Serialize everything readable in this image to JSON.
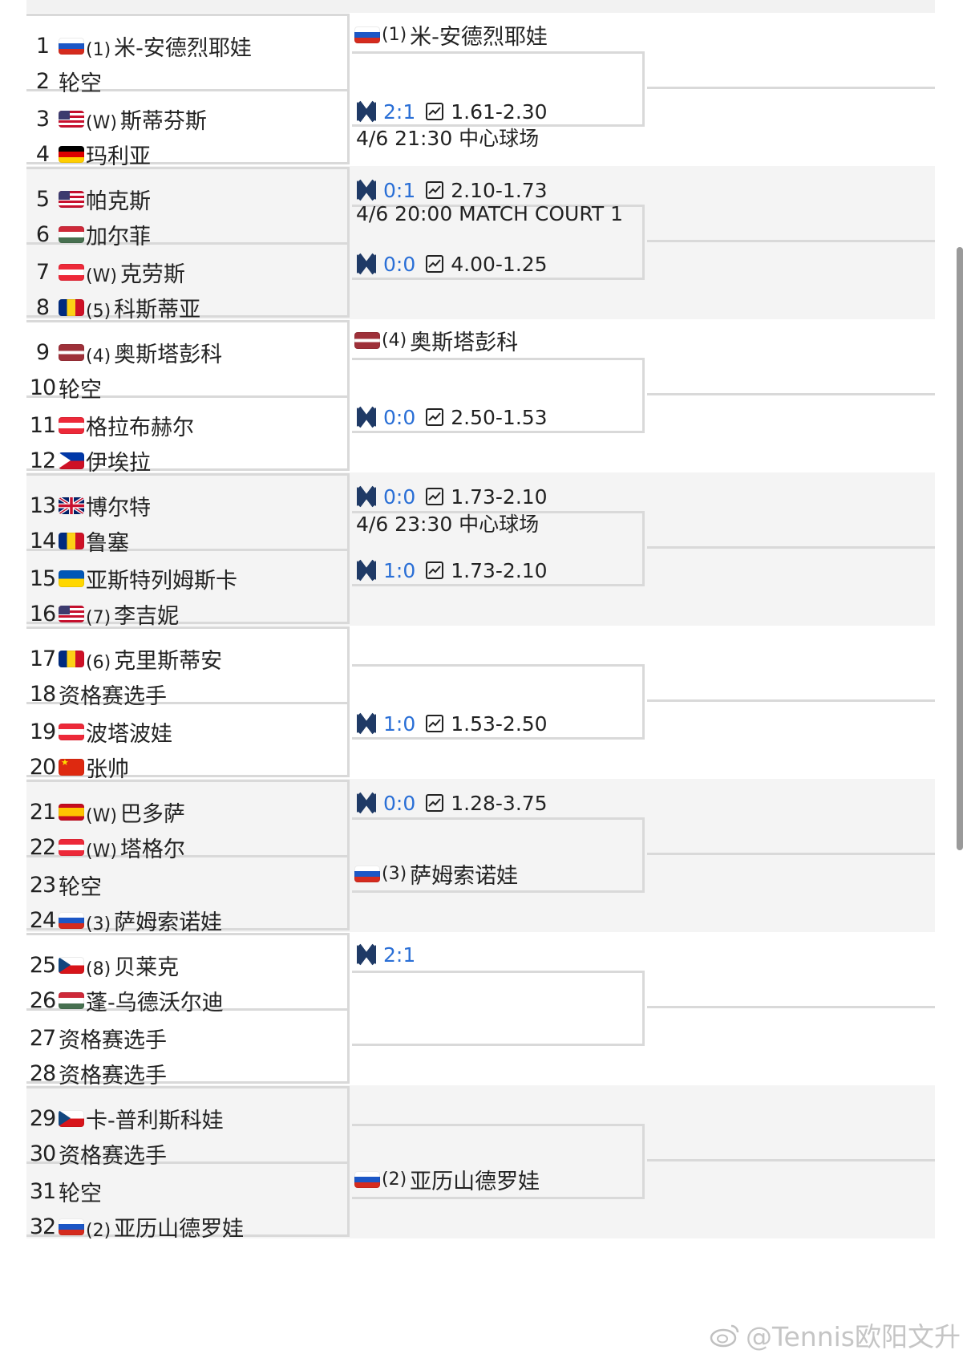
{
  "round1": [
    {
      "num": "1",
      "flag": "ru",
      "seed": "(1)",
      "name": "米-安德烈耶娃"
    },
    {
      "num": "2",
      "flag": "",
      "seed": "",
      "name": "轮空"
    },
    {
      "num": "3",
      "flag": "us",
      "seed": "(W)",
      "name": "斯蒂芬斯"
    },
    {
      "num": "4",
      "flag": "de",
      "seed": "",
      "name": "玛利亚"
    },
    {
      "num": "5",
      "flag": "us",
      "seed": "",
      "name": "帕克斯"
    },
    {
      "num": "6",
      "flag": "hu",
      "seed": "",
      "name": "加尔菲"
    },
    {
      "num": "7",
      "flag": "at",
      "seed": "(W)",
      "name": "克劳斯"
    },
    {
      "num": "8",
      "flag": "ro",
      "seed": "(5)",
      "name": "科斯蒂亚"
    },
    {
      "num": "9",
      "flag": "lv",
      "seed": "(4)",
      "name": "奥斯塔彭科"
    },
    {
      "num": "10",
      "flag": "",
      "seed": "",
      "name": "轮空"
    },
    {
      "num": "11",
      "flag": "at",
      "seed": "",
      "name": "格拉布赫尔"
    },
    {
      "num": "12",
      "flag": "ph",
      "seed": "",
      "name": "伊埃拉"
    },
    {
      "num": "13",
      "flag": "gb",
      "seed": "",
      "name": "博尔特"
    },
    {
      "num": "14",
      "flag": "ro",
      "seed": "",
      "name": "鲁塞"
    },
    {
      "num": "15",
      "flag": "ua",
      "seed": "",
      "name": "亚斯特列姆斯卡"
    },
    {
      "num": "16",
      "flag": "us",
      "seed": "(7)",
      "name": "李吉妮"
    },
    {
      "num": "17",
      "flag": "ro",
      "seed": "(6)",
      "name": "克里斯蒂安"
    },
    {
      "num": "18",
      "flag": "",
      "seed": "",
      "name": "资格赛选手"
    },
    {
      "num": "19",
      "flag": "at",
      "seed": "",
      "name": "波塔波娃"
    },
    {
      "num": "20",
      "flag": "cn",
      "seed": "",
      "name": "张帅"
    },
    {
      "num": "21",
      "flag": "es",
      "seed": "(W)",
      "name": "巴多萨"
    },
    {
      "num": "22",
      "flag": "at",
      "seed": "(W)",
      "name": "塔格尔"
    },
    {
      "num": "23",
      "flag": "",
      "seed": "",
      "name": "轮空"
    },
    {
      "num": "24",
      "flag": "ru",
      "seed": "(3)",
      "name": "萨姆索诺娃"
    },
    {
      "num": "25",
      "flag": "cz",
      "seed": "(8)",
      "name": "贝莱克"
    },
    {
      "num": "26",
      "flag": "hu",
      "seed": "",
      "name": "蓬-乌德沃尔迪"
    },
    {
      "num": "27",
      "flag": "",
      "seed": "",
      "name": "资格赛选手"
    },
    {
      "num": "28",
      "flag": "",
      "seed": "",
      "name": "资格赛选手"
    },
    {
      "num": "29",
      "flag": "cz",
      "seed": "",
      "name": "卡-普利斯科娃"
    },
    {
      "num": "30",
      "flag": "",
      "seed": "",
      "name": "资格赛选手"
    },
    {
      "num": "31",
      "flag": "",
      "seed": "",
      "name": "轮空"
    },
    {
      "num": "32",
      "flag": "ru",
      "seed": "(2)",
      "name": "亚历山德罗娃"
    }
  ],
  "round2_names": [
    {
      "flag": "ru",
      "seed": "(1)",
      "name": "米-安德烈耶娃"
    },
    {
      "flag": "lv",
      "seed": "(4)",
      "name": "奥斯塔彭科"
    },
    {
      "flag": "ru",
      "seed": "(3)",
      "name": "萨姆索诺娃"
    },
    {
      "flag": "ru",
      "seed": "(2)",
      "name": "亚历山德罗娃"
    }
  ],
  "matches": [
    {
      "score": "2:1",
      "odds": "1.61-2.30"
    },
    {
      "score": "0:1",
      "odds": "2.10-1.73"
    },
    {
      "score": "0:0",
      "odds": "4.00-1.25"
    },
    {
      "score": "0:0",
      "odds": "2.50-1.53"
    },
    {
      "score": "0:0",
      "odds": "1.73-2.10"
    },
    {
      "score": "1:0",
      "odds": "1.73-2.10"
    },
    {
      "score": "1:0",
      "odds": "1.53-2.50"
    },
    {
      "score": "0:0",
      "odds": "1.28-3.75"
    },
    {
      "score": "2:1",
      "odds": ""
    }
  ],
  "schedules": [
    "4/6 21:30 中心球场",
    "4/6 20:00 MATCH COURT 1",
    "4/6 23:30 中心球场"
  ],
  "icons": {
    "match_logo": "crossed-rackets-icon",
    "odds_chart": "line-chart-icon"
  },
  "colors": {
    "score": "#2a6fd6",
    "line": "#d9d9d9",
    "band_alt": "#f4f4f4"
  },
  "watermark": "@Tennis欧阳文升"
}
